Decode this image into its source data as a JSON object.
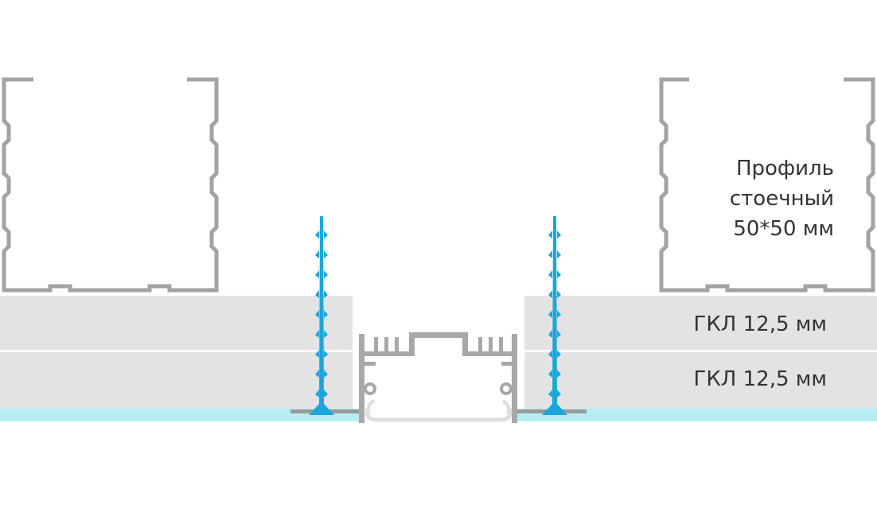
{
  "labels": {
    "profile_line1": "Профиль",
    "profile_line2": "стоечный",
    "profile_line3": "50*50 мм",
    "gkl_upper": "ГКЛ 12,5 мм",
    "gkl_lower": "ГКЛ 12,5 мм"
  },
  "colors": {
    "profile_stroke": "#a3a3a3",
    "drywall": "#e3e3e3",
    "putty_layer": "#b5eef2",
    "screw": "#1ba6dc",
    "led_profile": "#a8a8a8",
    "diffuser": "#f2f2f2",
    "text": "#333333"
  },
  "icons": [
    "drywall-screw-icon",
    "aluminium-led-profile-icon",
    "metal-stud-profile-icon"
  ]
}
